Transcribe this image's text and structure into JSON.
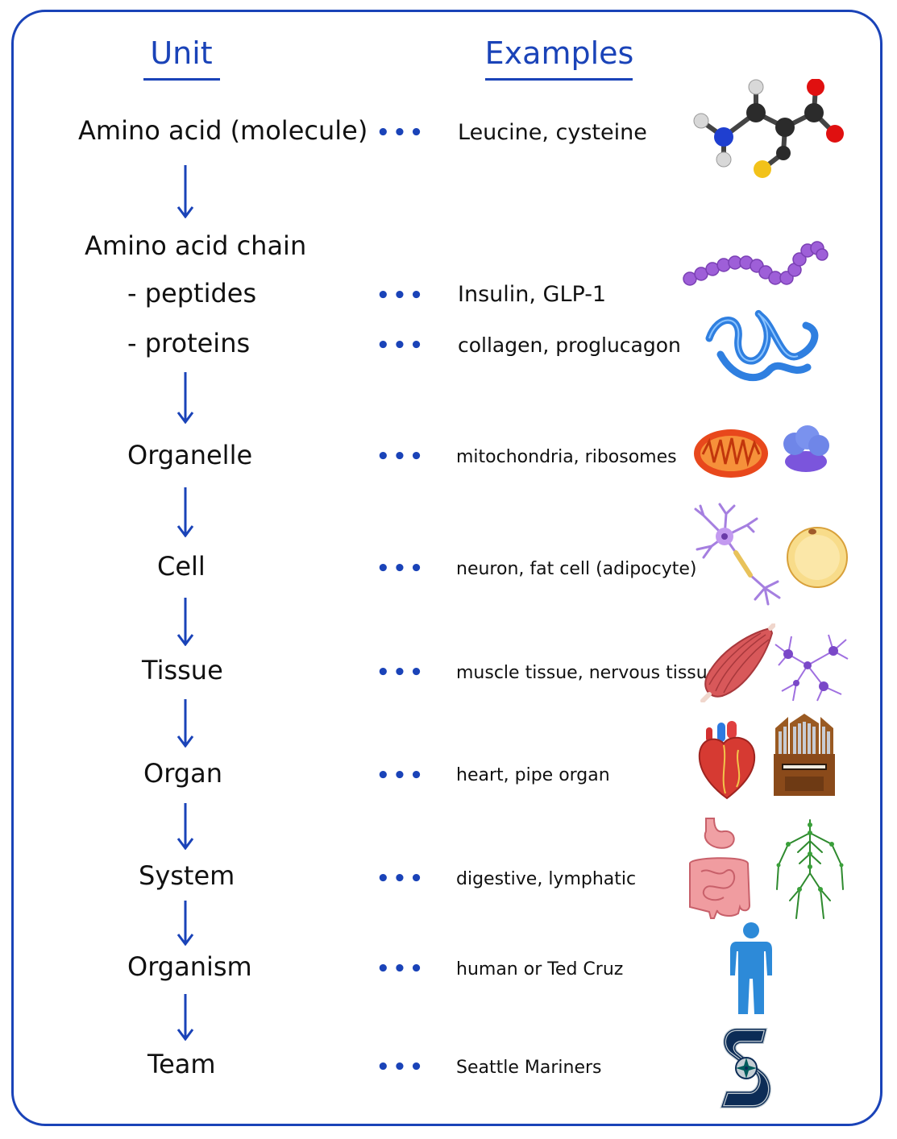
{
  "header": {
    "unit": "Unit",
    "examples": "Examples"
  },
  "rows": [
    {
      "unit": "Amino acid (molecule)",
      "examples": "Leucine, cysteine",
      "icons": [
        "amino-acid-molecule-icon"
      ]
    },
    {
      "unit": "Amino acid chain",
      "examples": "",
      "icons": []
    },
    {
      "unit": "- peptides",
      "examples": "Insulin, GLP-1",
      "icons": [
        "peptide-chain-icon"
      ]
    },
    {
      "unit": "- proteins",
      "examples": "collagen, proglucagon",
      "icons": [
        "protein-ribbon-icon"
      ]
    },
    {
      "unit": "Organelle",
      "examples": "mitochondria, ribosomes",
      "icons": [
        "mitochondrion-icon",
        "ribosome-icon"
      ]
    },
    {
      "unit": "Cell",
      "examples": "neuron, fat cell (adipocyte)",
      "icons": [
        "neuron-icon",
        "fat-cell-icon"
      ]
    },
    {
      "unit": "Tissue",
      "examples": "muscle tissue, nervous tissue",
      "icons": [
        "muscle-tissue-icon",
        "nervous-tissue-icon"
      ]
    },
    {
      "unit": "Organ",
      "examples": "heart, pipe organ",
      "icons": [
        "heart-icon",
        "pipe-organ-icon"
      ]
    },
    {
      "unit": "System",
      "examples": "digestive, lymphatic",
      "icons": [
        "digestive-system-icon",
        "lymphatic-system-icon"
      ]
    },
    {
      "unit": "Organism",
      "examples": "human or Ted Cruz",
      "icons": [
        "human-figure-icon"
      ]
    },
    {
      "unit": "Team",
      "examples": "Seattle Mariners",
      "icons": [
        "mariners-logo-icon"
      ]
    }
  ],
  "dots": "•••",
  "colors": {
    "accent": "#1a43b8",
    "text": "#111111"
  }
}
